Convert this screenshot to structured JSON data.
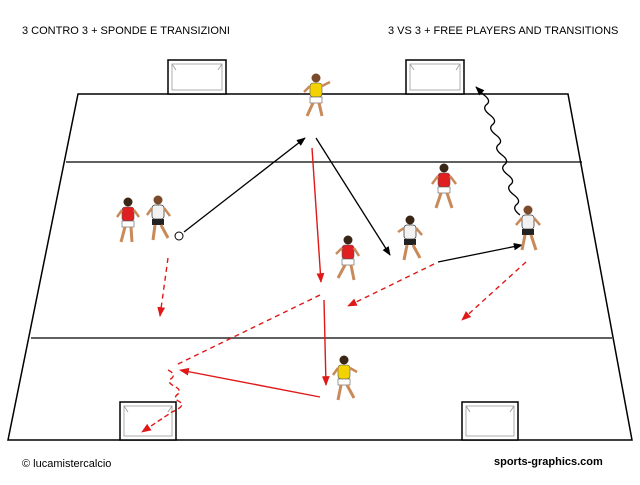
{
  "title_it": "3 CONTRO 3 + SPONDE E TRANSIZIONI",
  "title_en": "3 VS 3 + FREE PLAYERS AND TRANSITIONS",
  "credit_left": "© lucamistercalcio",
  "credit_right": "sports-graphics.com",
  "colors": {
    "field_line": "#000000",
    "pass_arrow": "#000000",
    "red_run": "#e01818",
    "red_team": "#e02020",
    "white_team": "#f2f2f2",
    "free_player": "#f2d200"
  },
  "players": [
    {
      "id": "free-top",
      "team": "yellow"
    },
    {
      "id": "red-left",
      "team": "red"
    },
    {
      "id": "white-left-ball",
      "team": "white"
    },
    {
      "id": "red-right",
      "team": "red"
    },
    {
      "id": "white-center",
      "team": "white"
    },
    {
      "id": "white-right",
      "team": "white"
    },
    {
      "id": "red-center",
      "team": "red"
    },
    {
      "id": "free-bottom",
      "team": "yellow"
    }
  ]
}
